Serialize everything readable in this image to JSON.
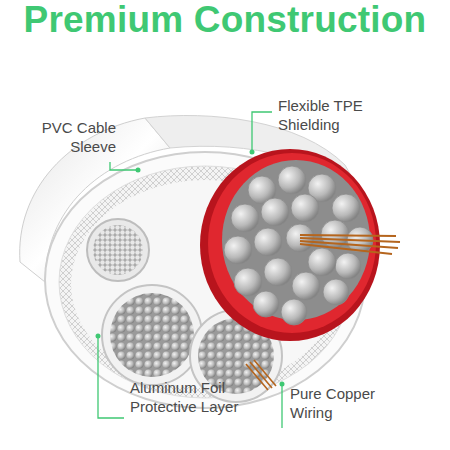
{
  "diagram": {
    "title": "Premium Construction",
    "labels": [
      "PVC Cable Sleeve",
      "Flexible TPE Shielding",
      "Aluminum Foil Protective Layer",
      "Pure Copper Wiring"
    ]
  }
}
